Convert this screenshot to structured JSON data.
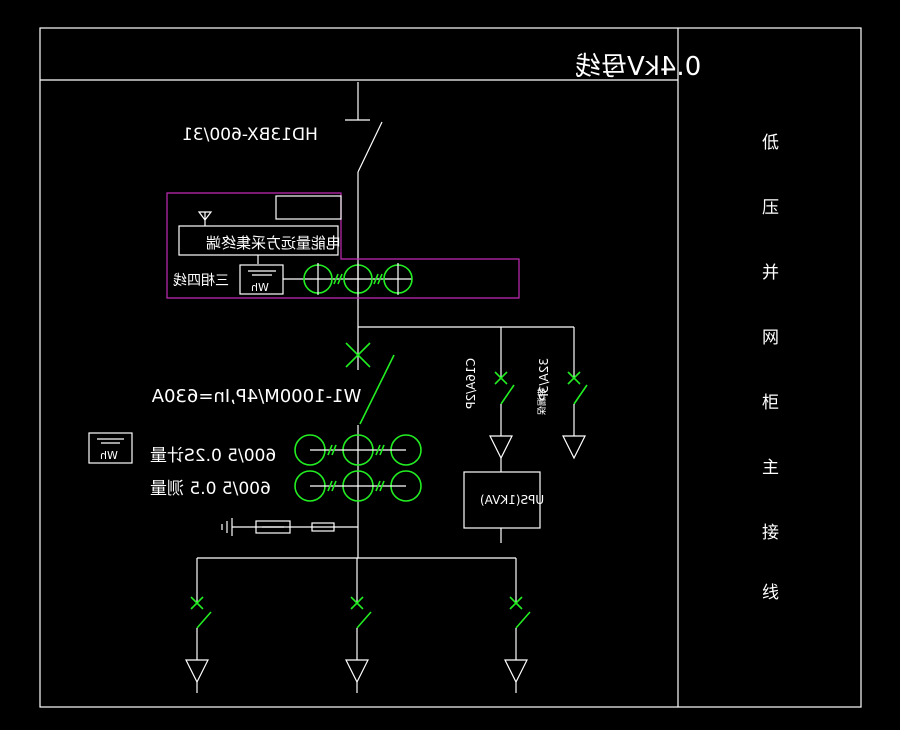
{
  "bus_title": "0.4kV母线",
  "side_title": [
    "低",
    "压",
    "并",
    "网",
    "柜",
    "主",
    "接",
    "线"
  ],
  "main_switch": "HD13BX-600/31",
  "meter_box": {
    "terminal": "电能量远方采集终端",
    "wiring": "三相四线",
    "meter": "Wh"
  },
  "breaker": {
    "label": "W1-1000M/4P,In=630A"
  },
  "ct_rows": [
    {
      "label": "600/5 0.2S计量"
    },
    {
      "label": "600/5 0.5 测量"
    }
  ],
  "left_meter": "Wh",
  "branch_a": {
    "label": "C16A/2P",
    "ups_label": "UPS(1KVA)"
  },
  "branch_b": {
    "label": "32A/3P",
    "sub": "带漏保"
  },
  "colors": {
    "accent": "#22ee22",
    "meter_box": "#c22bb6",
    "line": "#ffffff",
    "background": "#000000"
  }
}
